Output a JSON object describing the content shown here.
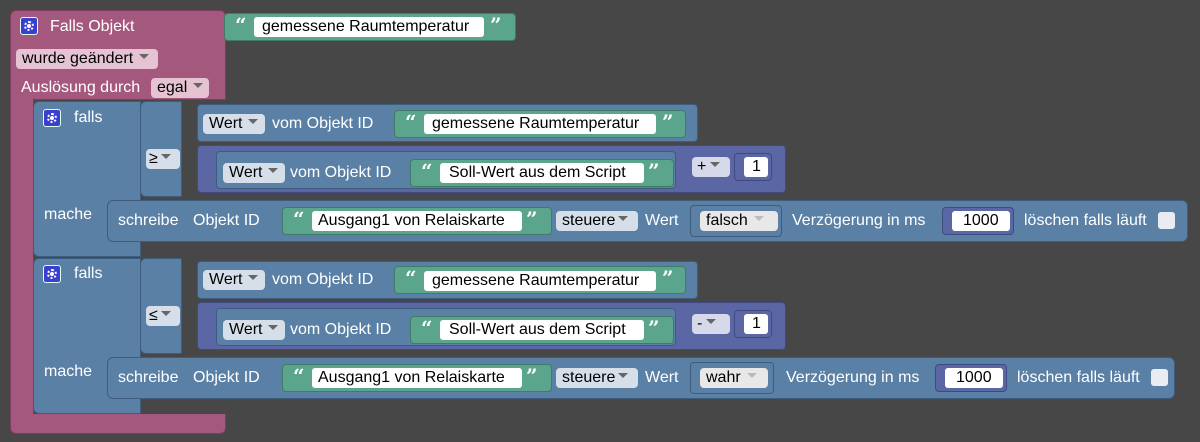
{
  "trigger": {
    "title": "Falls Objekt",
    "trigger_object": "gemessene Raumtemperatur",
    "condition": "wurde geändert",
    "cause_label": "Auslösung durch",
    "cause_value": "egal"
  },
  "if_blocks": [
    {
      "falls_label": "falls",
      "mache_label": "mache",
      "operator": "≥",
      "left_prop": "Wert",
      "left_label": "vom Objekt ID",
      "left_object": "gemessene Raumtemperatur",
      "right_prop": "Wert",
      "right_label": "vom Objekt ID",
      "right_object": "Soll-Wert aus dem Script",
      "math_op": "+",
      "math_value": "1",
      "write_label": "schreibe",
      "object_id_label": "Objekt ID",
      "target_object": "Ausgang1 von Relaiskarte",
      "mode": "steuere",
      "value_label": "Wert",
      "value": "falsch",
      "delay_label": "Verzögerung in ms",
      "delay": "1000",
      "clear_label": "löschen falls läuft"
    },
    {
      "falls_label": "falls",
      "mache_label": "mache",
      "operator": "≤",
      "left_prop": "Wert",
      "left_label": "vom Objekt ID",
      "left_object": "gemessene Raumtemperatur",
      "right_prop": "Wert",
      "right_label": "vom Objekt ID",
      "right_object": "Soll-Wert aus dem Script",
      "math_op": "-",
      "math_value": "1",
      "write_label": "schreibe",
      "object_id_label": "Objekt ID",
      "target_object": "Ausgang1 von Relaiskarte",
      "mode": "steuere",
      "value_label": "Wert",
      "value": "wahr",
      "delay_label": "Verzögerung in ms",
      "delay": "1000",
      "clear_label": "löschen falls läuft"
    }
  ],
  "colors": {
    "workspace": "#474747",
    "event_block": "#a5587d",
    "logic_block": "#5b80a5",
    "math_block": "#5b67a5",
    "string_block": "#5ba58c"
  }
}
